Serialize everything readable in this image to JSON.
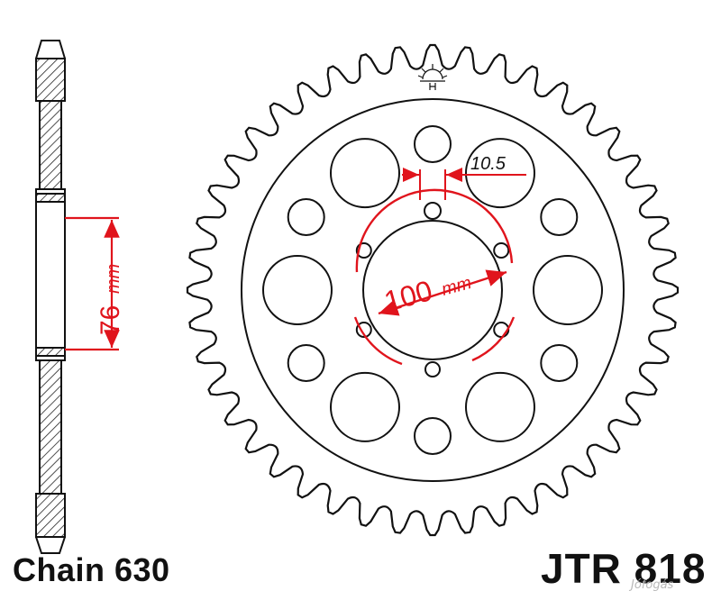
{
  "colors": {
    "outline": "#111111",
    "dimension": "#e0141c",
    "background": "#ffffff",
    "hatch": "#222222"
  },
  "dimensions": {
    "offset_value": "76",
    "offset_unit": "mm",
    "pcd_value": "100",
    "pcd_unit": "mm",
    "bolt_hole": "10.5"
  },
  "sprocket": {
    "teeth": 44,
    "mounting_bolt_holes": 6,
    "lightening_holes_large": 6,
    "lightening_holes_small": 6
  },
  "labels": {
    "chain": "Chain 630",
    "part_number": "JTR 818"
  },
  "logo_icon": "jt-sun-logo-icon",
  "watermark": "Jófogás"
}
